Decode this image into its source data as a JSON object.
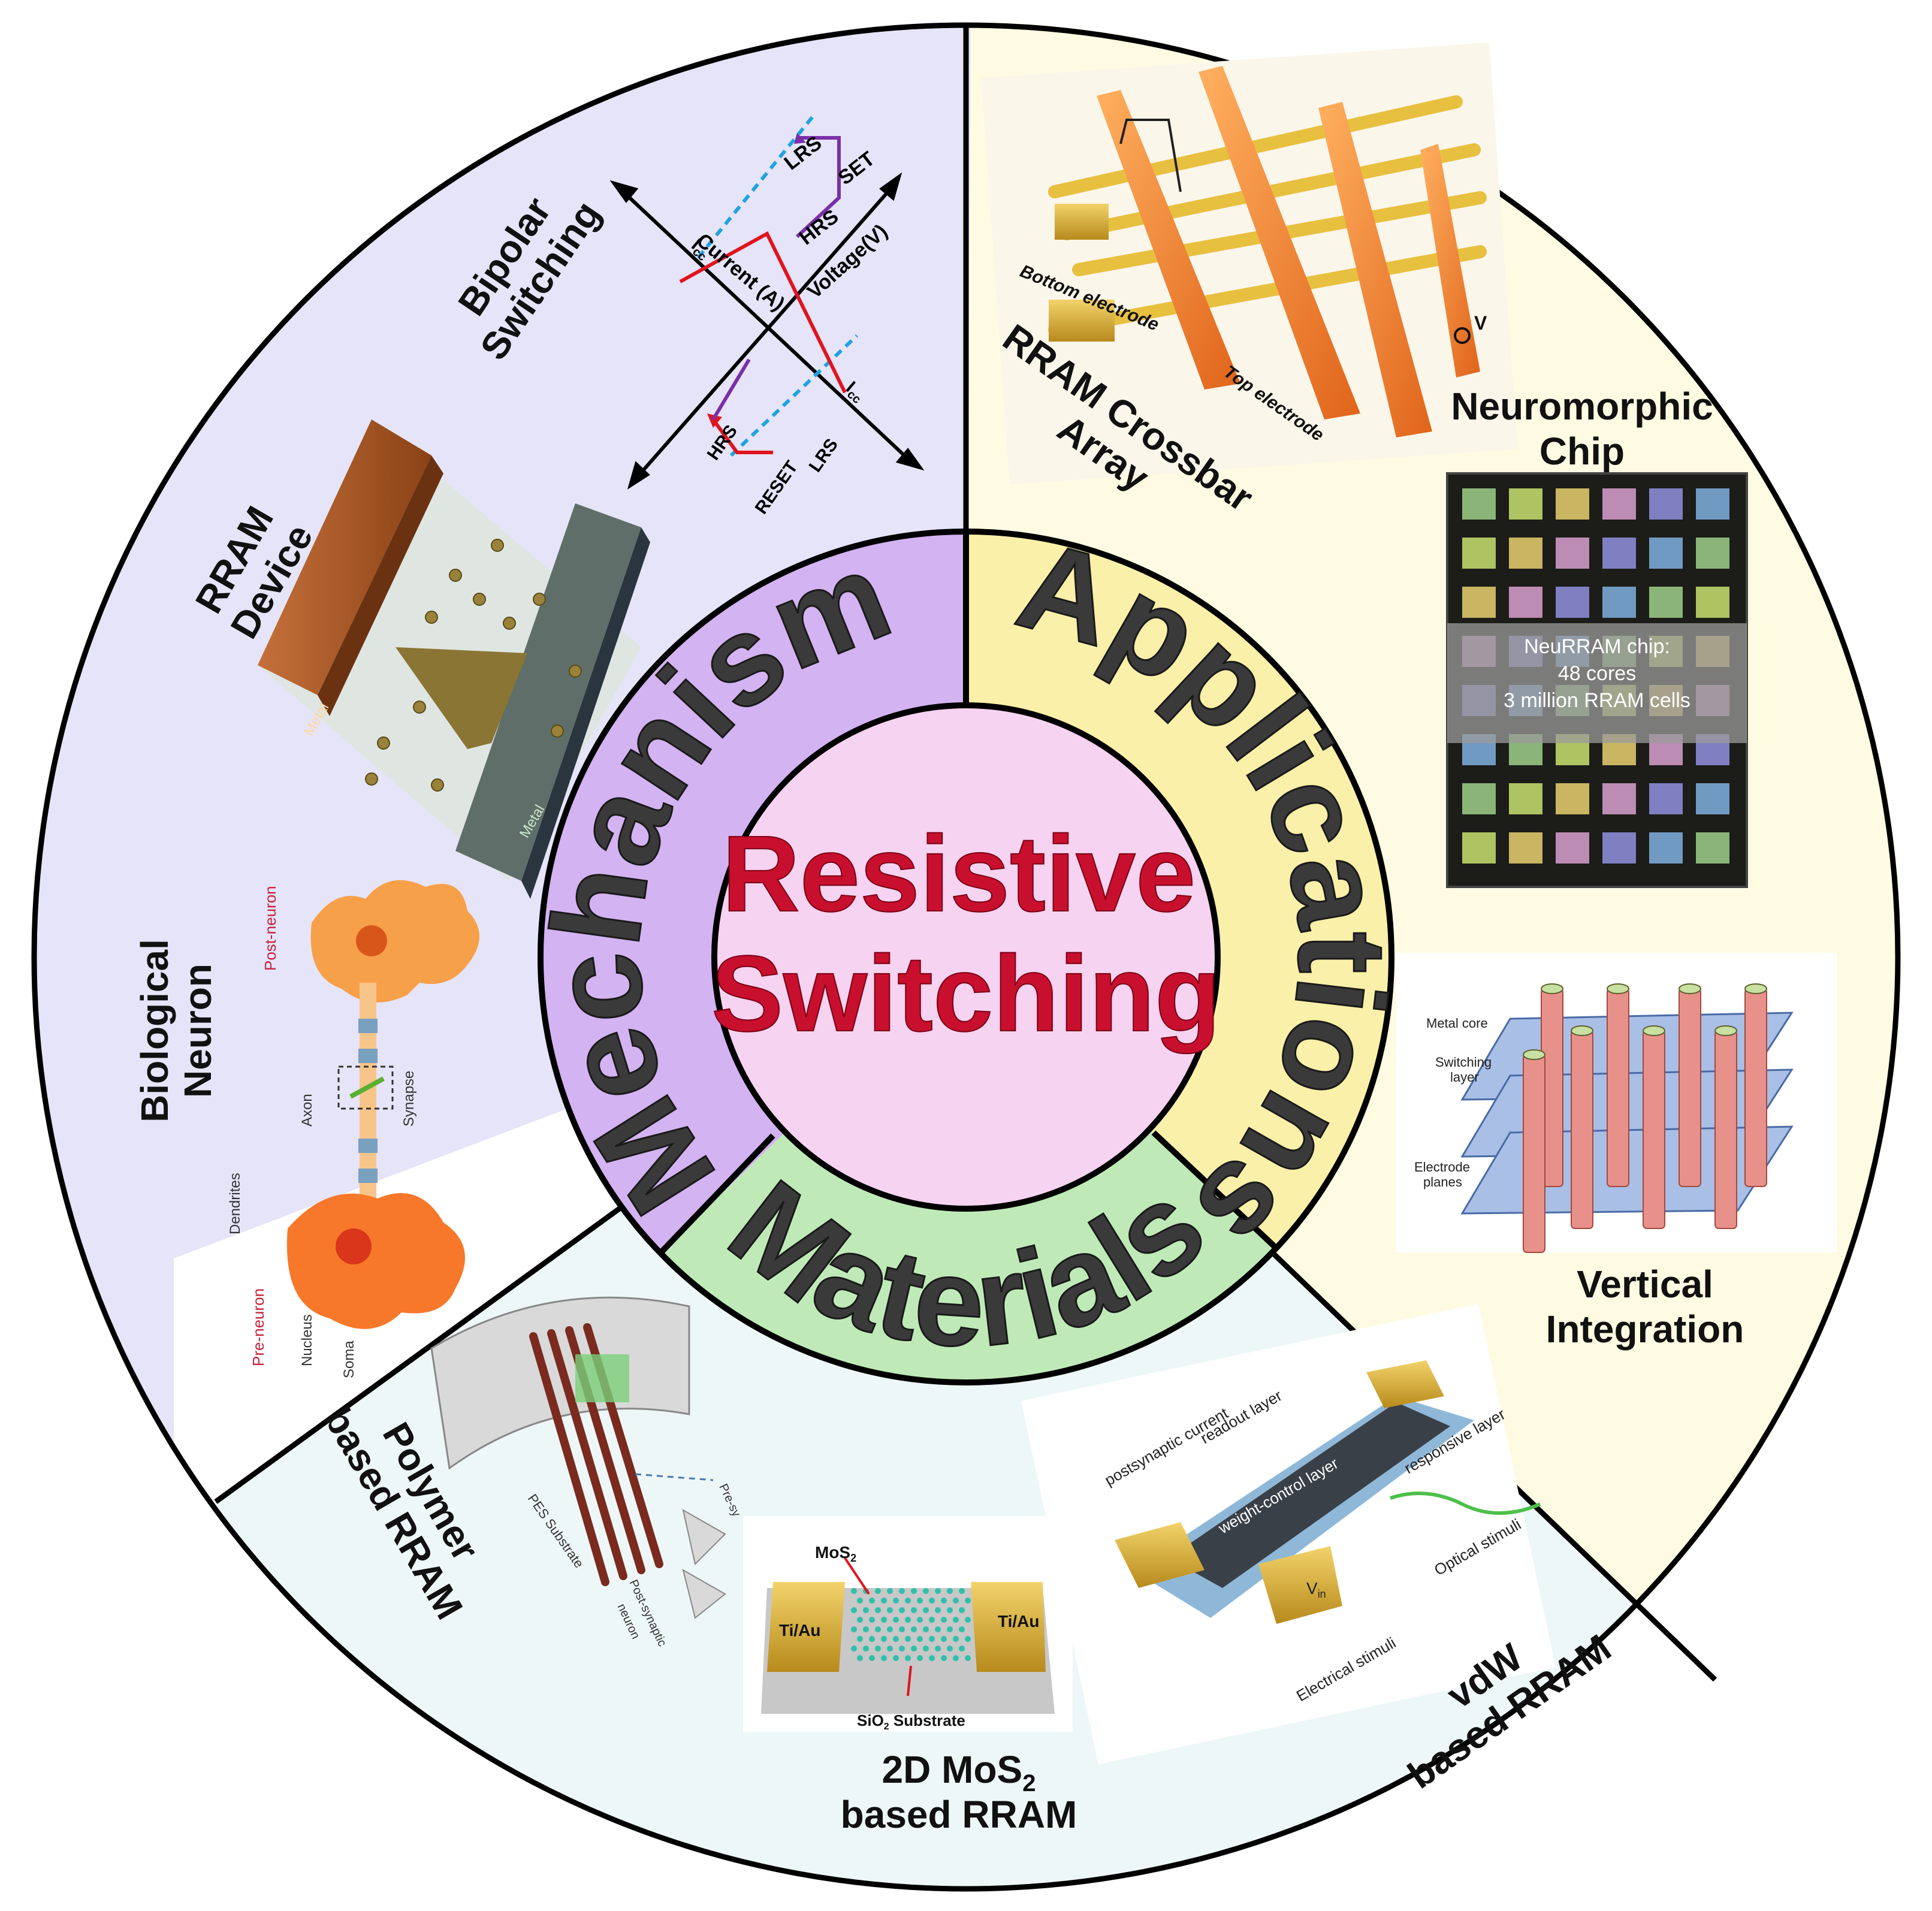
{
  "center": {
    "line1": "Resistive",
    "line2": "Switching"
  },
  "rings": {
    "mechanism": "Mechanism",
    "applications": "Applications",
    "materials": "Materials"
  },
  "colors": {
    "center_fill": "#f6d3f0",
    "mechanism_ring": "#d3b3f1",
    "applications_ring": "#fbf0a9",
    "materials_ring": "#bfeab8",
    "mechanism_sector": "#e6e4f8",
    "applications_sector": "#fffbe3",
    "materials_sector": "#eef7f7",
    "center_text": "#c8102e"
  },
  "mechanism_section": {
    "bipolar": {
      "line1": "Bipolar",
      "line2": "Switching"
    },
    "rram_device": {
      "line1": "RRAM",
      "line2": "Device",
      "metal_label": "Metal"
    },
    "biological_neuron": {
      "line1": "Biological",
      "line2": "Neuron"
    },
    "iv_curve": {
      "lrs_top": "LRS",
      "set": "SET",
      "hrs_upper": "HRS",
      "voltage_axis": "Voltage(V)",
      "current_axis": "Current (A)",
      "icc_top": "I",
      "icc_bottom": "I",
      "cc_sub": "cc",
      "hrs_lower": "HRS",
      "reset": "RESET",
      "lrs_bottom": "LRS"
    },
    "neuron_labels": {
      "post_neuron": "Post-neuron",
      "synapse": "Synapse",
      "axon": "Axon",
      "dendrites": "Dendrites",
      "pre_neuron": "Pre-neuron",
      "nucleus": "Nucleus",
      "soma": "Soma"
    }
  },
  "applications_section": {
    "crossbar": {
      "line1": "RRAM Crossbar",
      "line2": "Array",
      "bottom_electrode": "Bottom electrode",
      "top_electrode": "Top electrode",
      "v_label": "V"
    },
    "neuromorphic_chip": {
      "line1": "Neuromorphic",
      "line2": "Chip",
      "caption1": "NeuRRAM chip:",
      "caption2": "48 cores",
      "caption3": "3 million RRAM cells"
    },
    "vertical_integration": {
      "line1": "Vertical",
      "line2": "Integration",
      "metal_core": "Metal core",
      "switching1": "Switching",
      "switching2": "layer",
      "electrode1": "Electrode",
      "electrode2": "planes"
    }
  },
  "materials_section": {
    "polymer": {
      "line1": "Polymer",
      "line2": "based RRAM",
      "substrate": "PES Substrate",
      "post_syn1": "Post-synaptic",
      "post_syn2": "neuron",
      "pre_syn": "Pre-sy"
    },
    "mos2": {
      "line1": "2D MoS",
      "line1_sub": "2",
      "line2": "based RRAM",
      "mos2_label": "MoS",
      "mos2_sub": "2",
      "tiau_left": "Ti/Au",
      "tiau_right": "Ti/Au",
      "substrate": "SiO",
      "substrate_sub": "2",
      "substrate_rest": " Substrate"
    },
    "vdw": {
      "line1": "vdW",
      "line2": "based RRAM",
      "postsynaptic": "postsynaptic current",
      "readout": "readout layer",
      "weight": "weight-control layer",
      "responsive": "responsive layer",
      "optical": "Optical stimuli",
      "electrical": "Electrical stimuli",
      "vin": "V",
      "vin_sub": "in"
    }
  }
}
